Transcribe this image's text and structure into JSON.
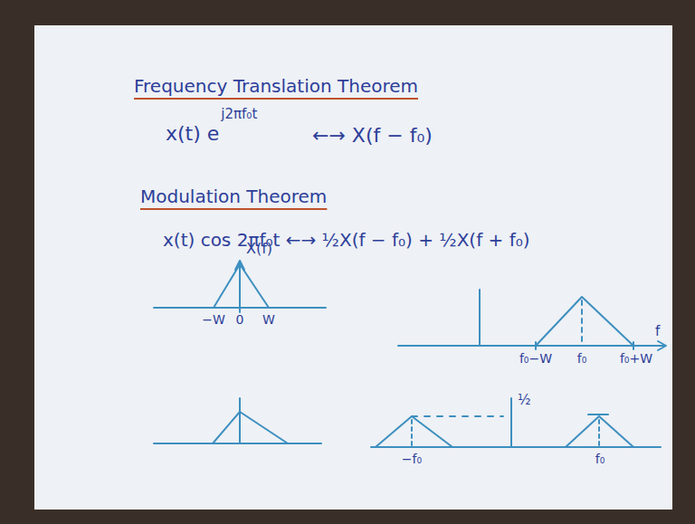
{
  "diagram": {
    "title": "Frequency Translation Theorem",
    "labels": [
      "x(t) e",
      "j2πf₀t",
      "←→ X(f − f₀)",
      "Modulation Theorem",
      "x(t) cos 2πf₀t ←→ ½X(f − f₀) + ½X(f + f₀)",
      "X(f)",
      "−W",
      "0",
      "W",
      "f₀−W",
      "f₀",
      "f₀+W",
      "f",
      "½",
      "−f₀",
      "f₀"
    ]
  }
}
